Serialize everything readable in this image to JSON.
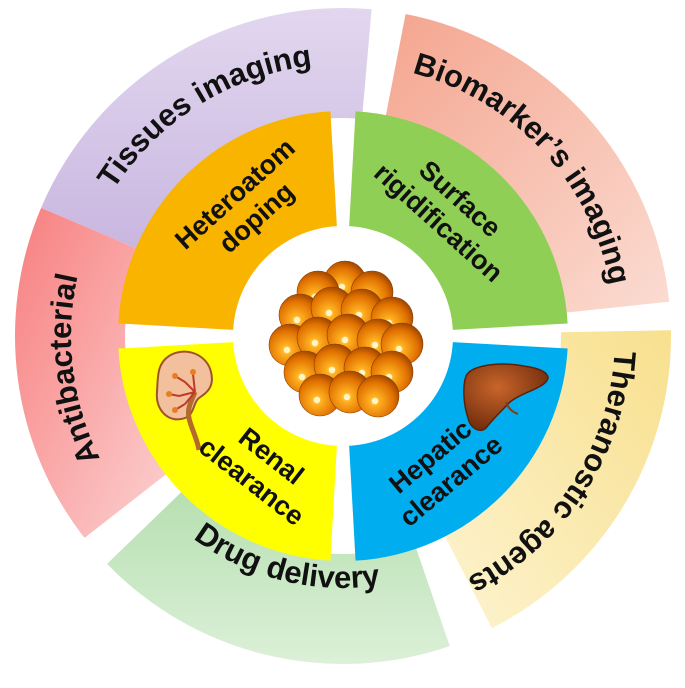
{
  "outer_ring": [
    {
      "label": "Tissues imaging",
      "color": "#c9b6e0",
      "color_light": "#e2d7ef"
    },
    {
      "label": "Biomarker’s imaging",
      "color": "#f4a58f",
      "color_light": "#fbdcd2"
    },
    {
      "label": "Theranostic agents",
      "color": "#f8e08e",
      "color_light": "#fdf3cf"
    },
    {
      "label": "Drug delivery",
      "color": "#b6dfb0",
      "color_light": "#dcf0d8"
    },
    {
      "label": "Antibacterial",
      "color": "#f87f7f",
      "color_light": "#fcd2d2"
    }
  ],
  "inner_quadrants": [
    {
      "line1": "Heteroatom",
      "line2": "doping",
      "color": "#f9b400"
    },
    {
      "line1": "Surface",
      "line2": "rigidification",
      "color": "#8fcf55"
    },
    {
      "line1": "Hepatic",
      "line2": "clearance",
      "color": "#00aef0"
    },
    {
      "line1": "Renal",
      "line2": "clearance",
      "color": "#ffff00"
    }
  ],
  "center": {
    "icon": "nanocluster-icon"
  },
  "icons": {
    "kidney": "kidney-icon",
    "liver": "liver-icon"
  }
}
